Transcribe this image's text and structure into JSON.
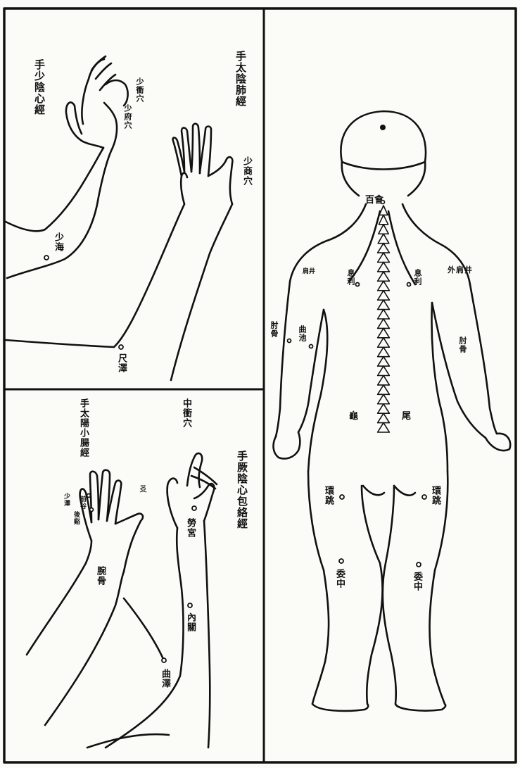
{
  "panels": {
    "top_left": {
      "channel_left": "手少陰心經",
      "channel_right": "手太陰肺經",
      "points": {
        "shaochong": "少衝穴",
        "shaofu": "少府穴",
        "shaohai": "少海",
        "shaoshang": "少商穴",
        "chize": "尺澤"
      }
    },
    "bottom_left": {
      "channel_left": "手太陽小腸經",
      "channel_right": "手厥陰心包絡經",
      "points": {
        "zhongchong": "中衝穴",
        "shaoze_small": "少澤",
        "houxi": "後谿",
        "qiangu": "前谷",
        "wangu": "腕骨",
        "laogong": "勞宮",
        "neiguan": "內關",
        "quze": "曲澤",
        "mark": "㕛"
      }
    },
    "right": {
      "points": {
        "baihui": "百會",
        "jianjing_l": "肩井",
        "jianjing_r": "外肩井",
        "xili_l": "息利",
        "xili_r": "息利",
        "zhougu_l": "肘骨",
        "zhougu_r": "肘骨",
        "quchi": "曲池",
        "guiwei_1": "龜",
        "guiwei_2": "尾",
        "huantiao_l": "環跳",
        "huantiao_r": "環跳",
        "weizhong_l": "委中",
        "weizhong_r": "委中"
      }
    }
  },
  "colors": {
    "ink": "#111111",
    "paper": "#fbfbf7"
  }
}
